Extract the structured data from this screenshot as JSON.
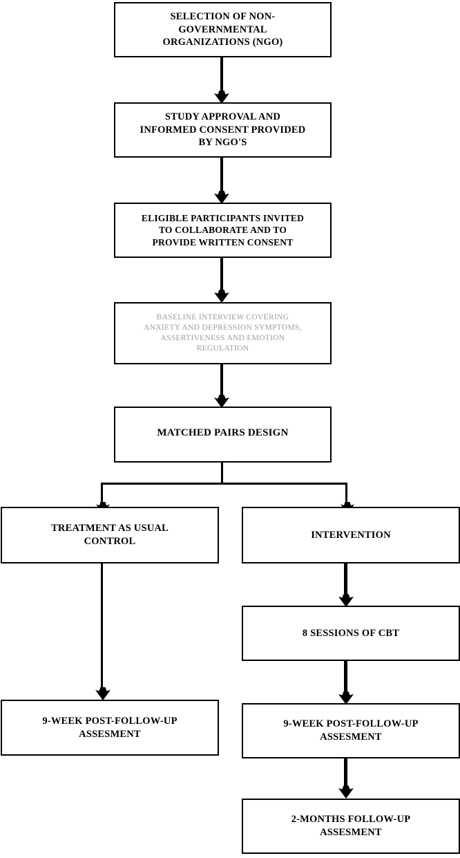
{
  "diagram": {
    "title": "CBT intervention study flowchart",
    "stroke_color": "#000000",
    "background_color": "#ffffff",
    "faded_text_color": "#9d9d9d",
    "nodes": [
      {
        "id": "ngo-selection",
        "name": "node-selection-of-ngo",
        "text": "SELECTION OF NON-\nGOVERNMENTAL\nORGANIZATIONS (NGO)",
        "column": "center",
        "style": "normal"
      },
      {
        "id": "study-approval",
        "name": "node-study-approval",
        "text": "STUDY APPROVAL AND\nINFORMED CONSENT PROVIDED\nBY NGO'S",
        "column": "center",
        "style": "normal"
      },
      {
        "id": "eligible-participants",
        "name": "node-eligible-participants",
        "text": "ELIGIBLE PARTICIPANTS INVITED\nTO COLLABORATE AND TO\nPROVIDE WRITTEN CONSENT",
        "column": "center",
        "style": "normal"
      },
      {
        "id": "baseline-interview",
        "name": "node-baseline-interview",
        "text": "BASELINE INTERVIEW COVERING\nANXIETY AND DEPRESSION SYMPTOMS,\nASSERTIVENESS AND EMOTION\nREGULATION",
        "column": "center",
        "style": "faded"
      },
      {
        "id": "matched-pairs",
        "name": "node-matched-pairs-design",
        "text": "MATCHED PAIRS DESIGN",
        "column": "center",
        "style": "normal"
      },
      {
        "id": "treatment-as-usual",
        "name": "node-treatment-as-usual-control",
        "text": "TREATMENT AS USUAL\nCONTROL",
        "column": "left",
        "style": "normal"
      },
      {
        "id": "intervention",
        "name": "node-intervention",
        "text": "INTERVENTION",
        "column": "right",
        "style": "normal"
      },
      {
        "id": "cbt-sessions",
        "name": "node-8-sessions-of-cbt",
        "text": "8 SESSIONS OF CBT",
        "column": "right",
        "style": "normal"
      },
      {
        "id": "control-9-week",
        "name": "node-control-9-week-followup",
        "text": "9-WEEK POST-FOLLOW-UP\nASSESMENT",
        "column": "left",
        "style": "normal"
      },
      {
        "id": "intervention-9-week",
        "name": "node-intervention-9-week-followup",
        "text": "9-WEEK POST-FOLLOW-UP\nASSESMENT",
        "column": "right",
        "style": "normal"
      },
      {
        "id": "intervention-2-months",
        "name": "node-intervention-2-months-followup",
        "text": "2-MONTHS FOLLOW-UP\nASSESMENT",
        "column": "right",
        "style": "normal"
      }
    ],
    "edges": [
      {
        "from": "ngo-selection",
        "to": "study-approval",
        "type": "arrow-down"
      },
      {
        "from": "study-approval",
        "to": "eligible-participants",
        "type": "arrow-down"
      },
      {
        "from": "eligible-participants",
        "to": "baseline-interview",
        "type": "arrow-down"
      },
      {
        "from": "baseline-interview",
        "to": "matched-pairs",
        "type": "arrow-down"
      },
      {
        "from": "matched-pairs",
        "to": "treatment-as-usual",
        "type": "split-left"
      },
      {
        "from": "matched-pairs",
        "to": "intervention",
        "type": "split-right"
      },
      {
        "from": "treatment-as-usual",
        "to": "control-9-week",
        "type": "arrow-down"
      },
      {
        "from": "intervention",
        "to": "cbt-sessions",
        "type": "arrow-down"
      },
      {
        "from": "cbt-sessions",
        "to": "intervention-9-week",
        "type": "arrow-down"
      },
      {
        "from": "intervention-9-week",
        "to": "intervention-2-months",
        "type": "arrow-down"
      }
    ]
  }
}
